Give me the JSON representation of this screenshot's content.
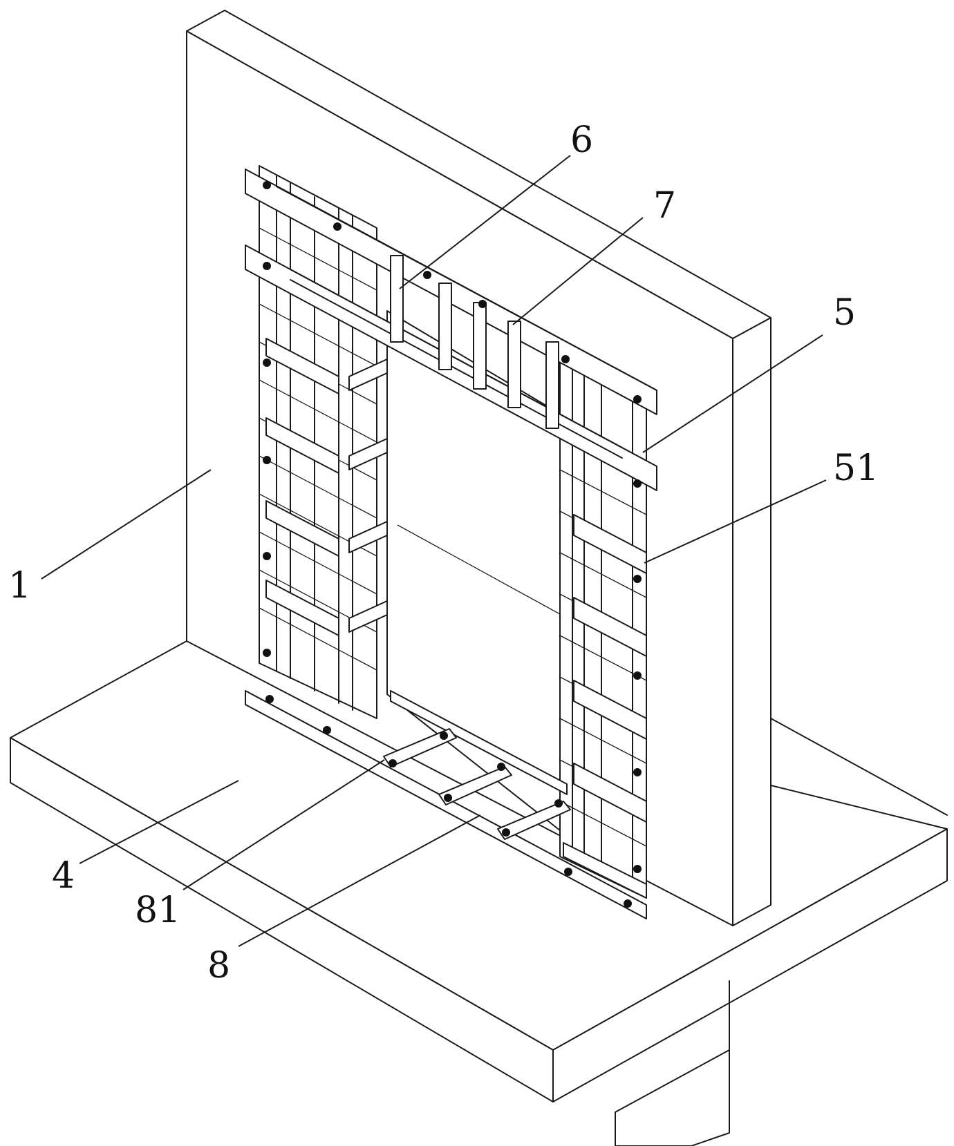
{
  "figure": {
    "labels": [
      {
        "id": "1",
        "text": "1"
      },
      {
        "id": "4",
        "text": "4"
      },
      {
        "id": "5",
        "text": "5"
      },
      {
        "id": "51",
        "text": "51"
      },
      {
        "id": "6",
        "text": "6"
      },
      {
        "id": "7",
        "text": "7"
      },
      {
        "id": "8",
        "text": "8"
      },
      {
        "id": "81",
        "text": "81"
      }
    ]
  }
}
